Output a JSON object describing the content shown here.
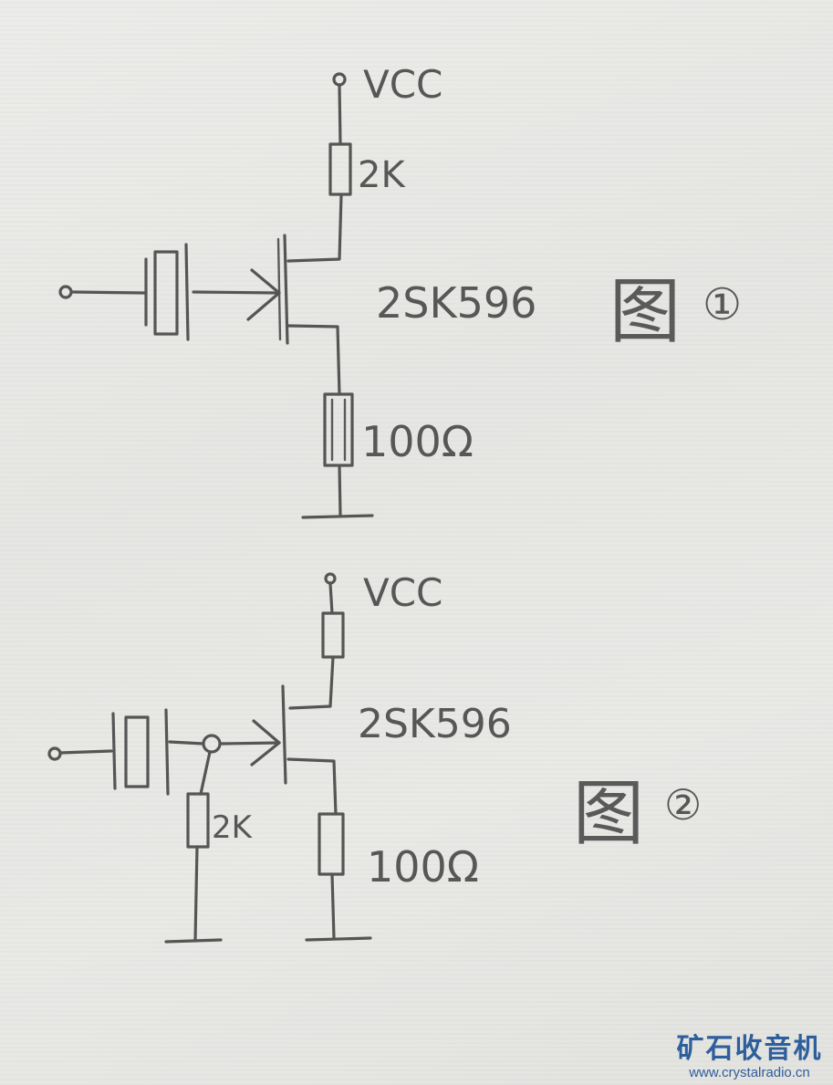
{
  "figure1": {
    "vcc_label": "VCC",
    "drain_resistor": "2K",
    "transistor": "2SK596",
    "source_resistor": "100Ω",
    "fig_char": "图",
    "fig_number": "①"
  },
  "figure2": {
    "vcc_label": "VCC",
    "transistor": "2SK596",
    "gate_resistor": "2K",
    "source_resistor": "100Ω",
    "fig_char": "图",
    "fig_number": "②"
  },
  "watermark": {
    "title": "矿石收音机",
    "url": "www.crystalradio.cn"
  },
  "colors": {
    "ink": "#555555",
    "paper": "#e9e9e7",
    "watermark": "#2e5f9c"
  }
}
